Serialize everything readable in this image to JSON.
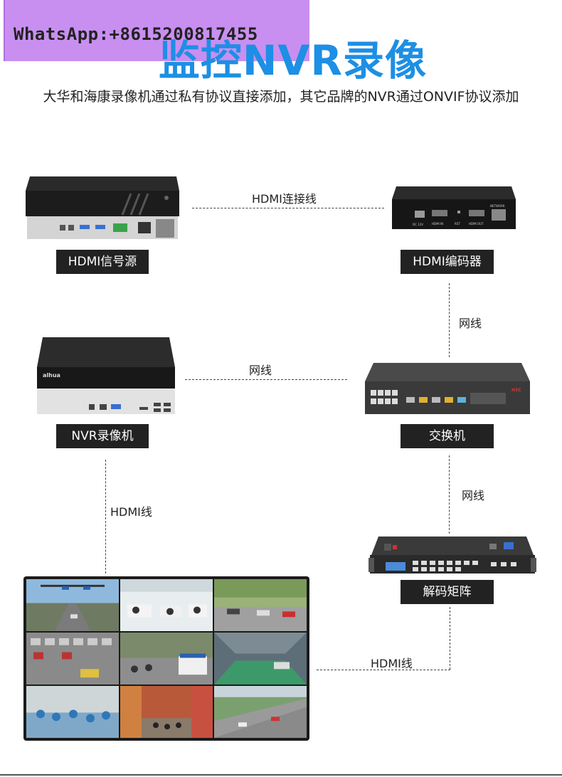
{
  "overlay": {
    "contact": "WhatsApp:+8615200817455"
  },
  "header": {
    "title": "监控NVR录像",
    "subtitle": "大华和海康录像机通过私有协议直接添加，其它品牌的NVR通过ONVIF协议添加"
  },
  "devices": {
    "hdmi_source": "HDMI信号源",
    "hdmi_encoder": "HDMI编码器",
    "nvr": "NVR录像机",
    "switch": "交换机",
    "decoder_matrix": "解码矩阵"
  },
  "connections": {
    "source_to_encoder": "HDMI连接线",
    "encoder_to_switch": "网线",
    "nvr_to_switch": "网线",
    "nvr_to_wall": "HDMI线",
    "switch_to_matrix": "网线",
    "matrix_to_wall": "HDMI线"
  },
  "device_markings": {
    "nvr_brand": "alhua",
    "switch_brand": "H3C",
    "encoder_network": "NETWORK",
    "encoder_dc": "DC 12V",
    "encoder_hdmi_in": "HDMI IN",
    "encoder_rst": "RST",
    "encoder_hdmi_out": "HDMI OUT"
  },
  "colors": {
    "title_blue": "#1d8fe4",
    "label_bg": "#222222",
    "banner_purple": "#c88ff0"
  }
}
